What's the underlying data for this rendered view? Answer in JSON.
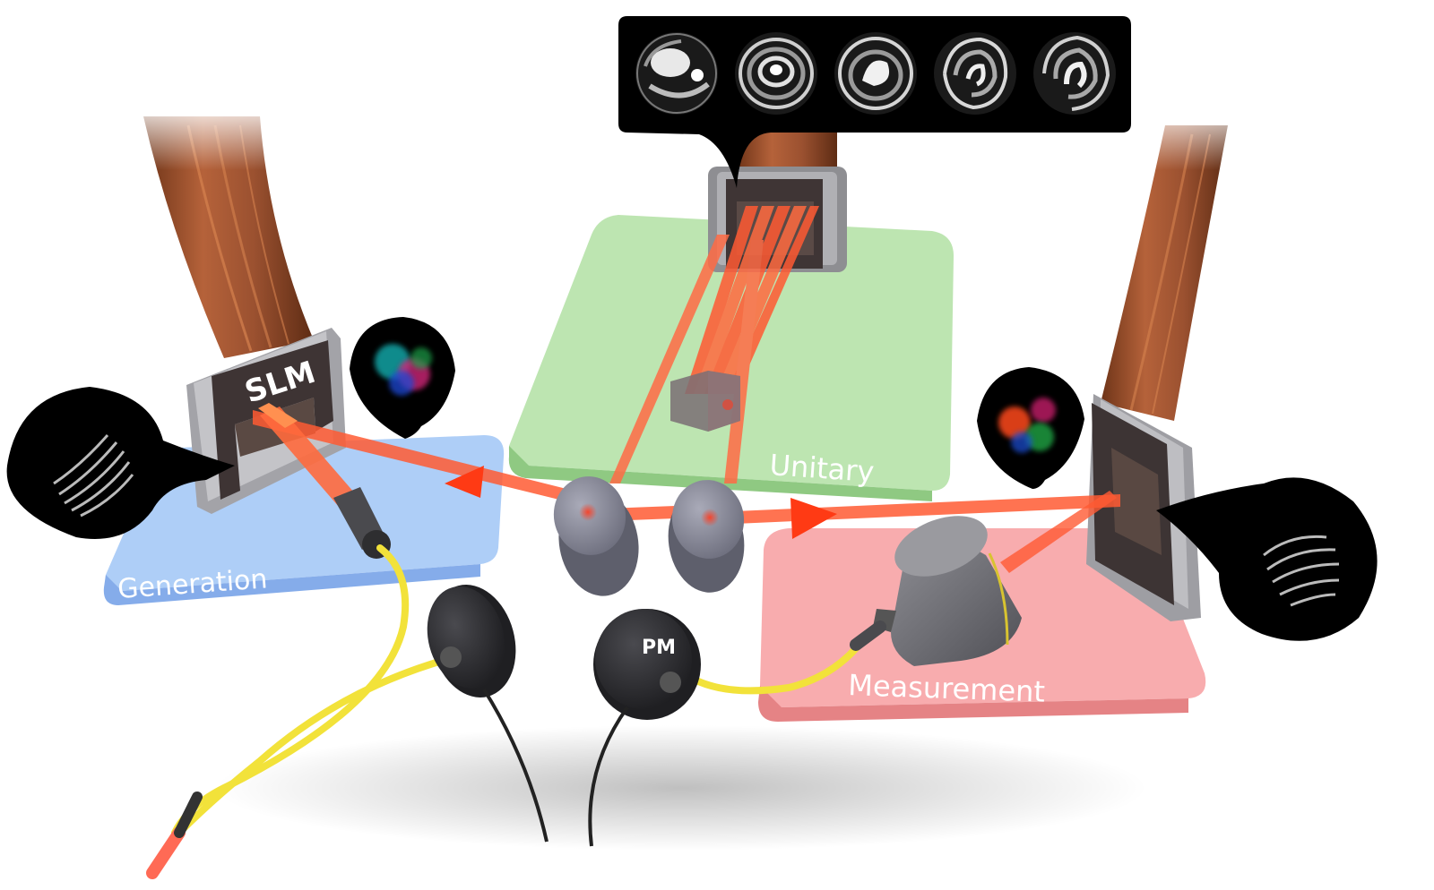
{
  "labels": {
    "slm": "SLM",
    "pm": "PM",
    "generation": "Generation",
    "unitary": "Unitary",
    "measurement": "Measurement"
  },
  "colors": {
    "generation_platform": "#a8c8f5",
    "unitary_platform": "#a9dc9c",
    "measurement_platform": "#f6a1a3",
    "laser_beam": "#ff5a33",
    "fiber": "#f2e23a",
    "ribbon_cable": "#a0522d",
    "callout_background": "#000000"
  },
  "icons": {
    "slm_generation": "spatial-light-modulator-icon",
    "slm_unitary": "spatial-light-modulator-icon",
    "slm_measurement": "spatial-light-modulator-icon",
    "mirror": "mirror-icon",
    "prism": "prism-icon",
    "power_meter": "power-meter-icon",
    "objective": "objective-lens-icon",
    "fiber_coupler": "fiber-coupler-icon"
  },
  "phase_mask_count": 5
}
